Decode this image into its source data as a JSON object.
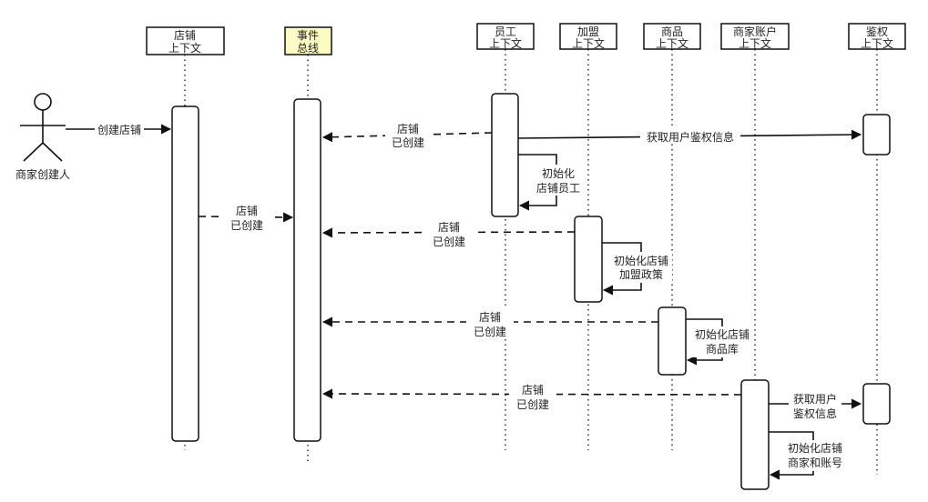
{
  "participants": {
    "actor": "商家创建人",
    "store": [
      "店铺",
      "上下文"
    ],
    "bus": [
      "事件",
      "总线"
    ],
    "staff": [
      "员工",
      "上下文"
    ],
    "franchise": [
      "加盟",
      "上下文"
    ],
    "goods": [
      "商品",
      "上下文"
    ],
    "merchant": [
      "商家账户",
      "上下文"
    ],
    "auth": [
      "鉴权",
      "上下文"
    ]
  },
  "messages": {
    "create_store": "创建店铺",
    "store_created_1": [
      "店铺",
      "已创建"
    ],
    "store_created_2": [
      "店铺",
      "已创建"
    ],
    "store_created_3": [
      "店铺",
      "已创建"
    ],
    "store_created_4": [
      "店铺",
      "已创建"
    ],
    "store_created_5": [
      "店铺",
      "已创建"
    ],
    "get_auth_info": "获取用户鉴权信息",
    "init_staff": [
      "初始化",
      "店铺员工"
    ],
    "init_franchise": [
      "初始化店铺",
      "加盟政策"
    ],
    "init_goods": [
      "初始化店铺",
      "商品库"
    ],
    "get_auth_info_2": [
      "获取用户",
      "鉴权信息"
    ],
    "init_merchant": [
      "初始化店铺",
      "商家和账号"
    ]
  },
  "colors": {
    "bus_fill": "#fdfbc4",
    "line": "#111111"
  }
}
